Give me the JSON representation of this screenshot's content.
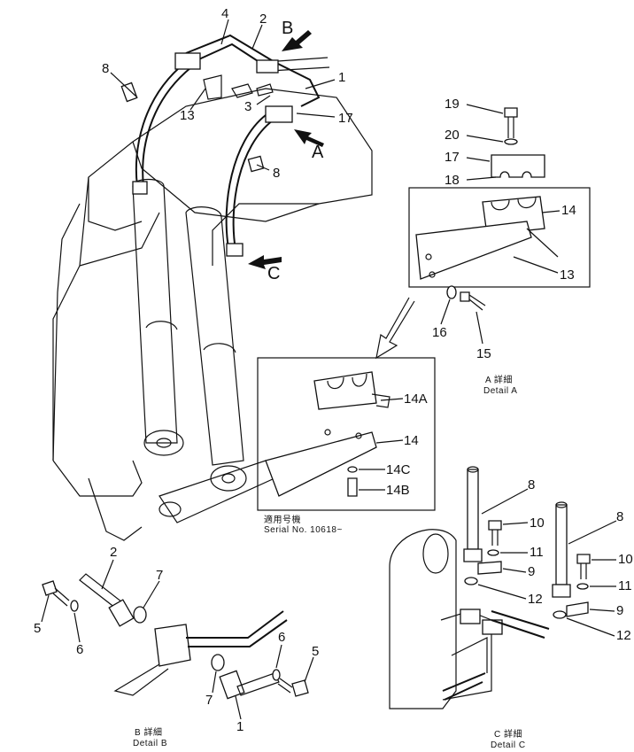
{
  "callouts": {
    "c1": "1",
    "c2": "2",
    "c3": "3",
    "c4": "4",
    "c5": "5",
    "c6": "6",
    "c7": "7",
    "c8": "8",
    "c9": "9",
    "c10": "10",
    "c11": "11",
    "c12": "12",
    "c13": "13",
    "c14": "14",
    "c14a": "14A",
    "c14b": "14B",
    "c14c": "14C",
    "c15": "15",
    "c16": "16",
    "c17": "17",
    "c18": "18",
    "c19": "19",
    "c20": "20"
  },
  "view_labels": {
    "a": "A",
    "b": "B",
    "c": "C"
  },
  "captions": {
    "detail_a_jp": "A 詳細",
    "detail_a": "Detail A",
    "detail_b_jp": "B 詳細",
    "detail_b": "Detail B",
    "detail_c_jp": "C 詳細",
    "detail_c": "Detail C",
    "serial_jp": "適用号機",
    "serial": "Serial No. 10618~"
  }
}
